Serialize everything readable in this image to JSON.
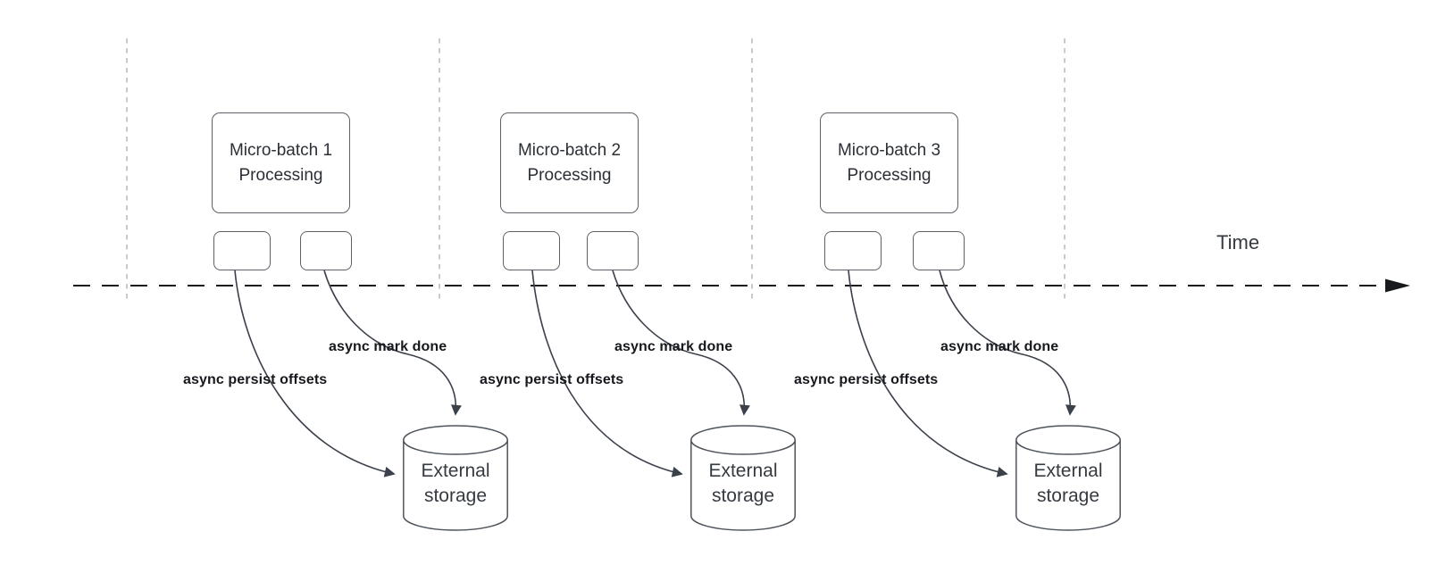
{
  "timeline": {
    "label": "Time"
  },
  "groups": [
    {
      "box_label": "Micro-batch 1 Processing",
      "persist_label": "async persist offsets",
      "markdone_label": "async mark done",
      "storage_label": "External storage"
    },
    {
      "box_label": "Micro-batch 2 Processing",
      "persist_label": "async persist offsets",
      "markdone_label": "async mark done",
      "storage_label": "External storage"
    },
    {
      "box_label": "Micro-batch 3 Processing",
      "persist_label": "async persist offsets",
      "markdone_label": "async mark done",
      "storage_label": "External storage"
    }
  ],
  "colors": {
    "background": "#ffffff",
    "shape_border": "#5b6167",
    "shape_text": "#363b42",
    "box_text": "#2b3036",
    "edge_label_text": "#16181d",
    "arrow_stroke": "#3b414b",
    "timeline_stroke": "#17191d",
    "interval_divider": "#b5b9bd"
  }
}
